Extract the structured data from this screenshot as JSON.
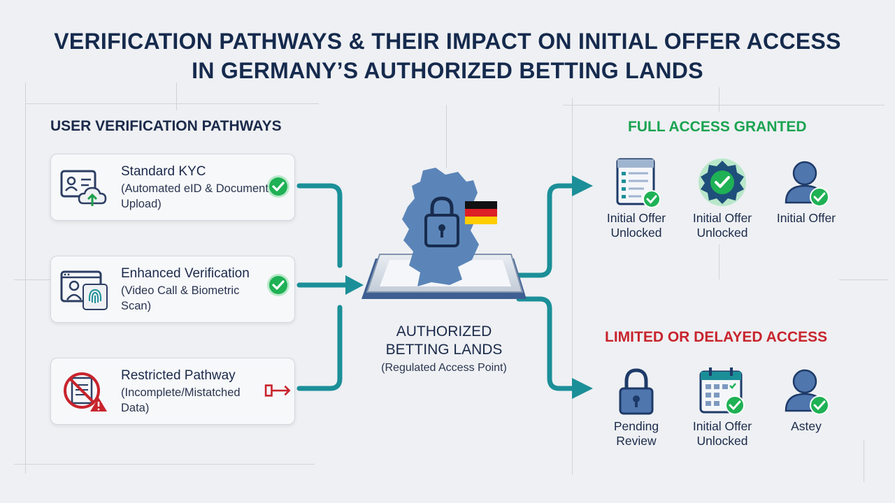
{
  "title": {
    "line1": "VERIFICATION PATHWAYS & THEIR IMPACT ON INITIAL OFFER ACCESS",
    "line2": "IN GERMANY’S AUTHORIZED BETTING LANDS"
  },
  "left_section": {
    "heading": "USER VERIFICATION PATHWAYS",
    "cards": [
      {
        "title": "Standard KYC",
        "subtitle": "(Automated eID & Document Upload)",
        "icon": "id-card-upload-icon",
        "status": "check-badge-icon"
      },
      {
        "title": "Enhanced Verification",
        "subtitle": "(Video Call & Biometric Scan)",
        "icon": "video-fingerprint-icon",
        "status": "check-badge-icon"
      },
      {
        "title": "Restricted Pathway",
        "subtitle": "(Incomplete/Mistatched Data)",
        "icon": "restricted-document-icon",
        "status": "exit-arrow-icon"
      }
    ]
  },
  "center": {
    "title_line1": "AUTHORIZED",
    "title_line2": "BETTING LANDS",
    "subtitle": "(Regulated Access Point)",
    "icon": "germany-map-lock-icon"
  },
  "full_access": {
    "heading": "FULL ACCESS GRANTED",
    "items": [
      {
        "line1": "Initial Offer",
        "line2": "Unlocked",
        "icon": "document-check-icon"
      },
      {
        "line1": "Initial Offer",
        "line2": "Unlocked",
        "icon": "seal-check-icon"
      },
      {
        "line1": "Initial Offer",
        "line2": "",
        "icon": "user-check-icon"
      }
    ]
  },
  "limited_access": {
    "heading": "LIMITED OR DELAYED ACCESS",
    "items": [
      {
        "line1": "Pending",
        "line2": "Review",
        "icon": "padlock-icon"
      },
      {
        "line1": "Initial Offer",
        "line2": "Unlocked",
        "icon": "calendar-check-icon"
      },
      {
        "line1": "Astey",
        "line2": "",
        "icon": "user-check-icon"
      }
    ]
  },
  "colors": {
    "teal": "#1b8f98",
    "green": "#1fb155",
    "red": "#c8242d",
    "navy": "#152a4d",
    "map_blue": "#5b85b8"
  }
}
